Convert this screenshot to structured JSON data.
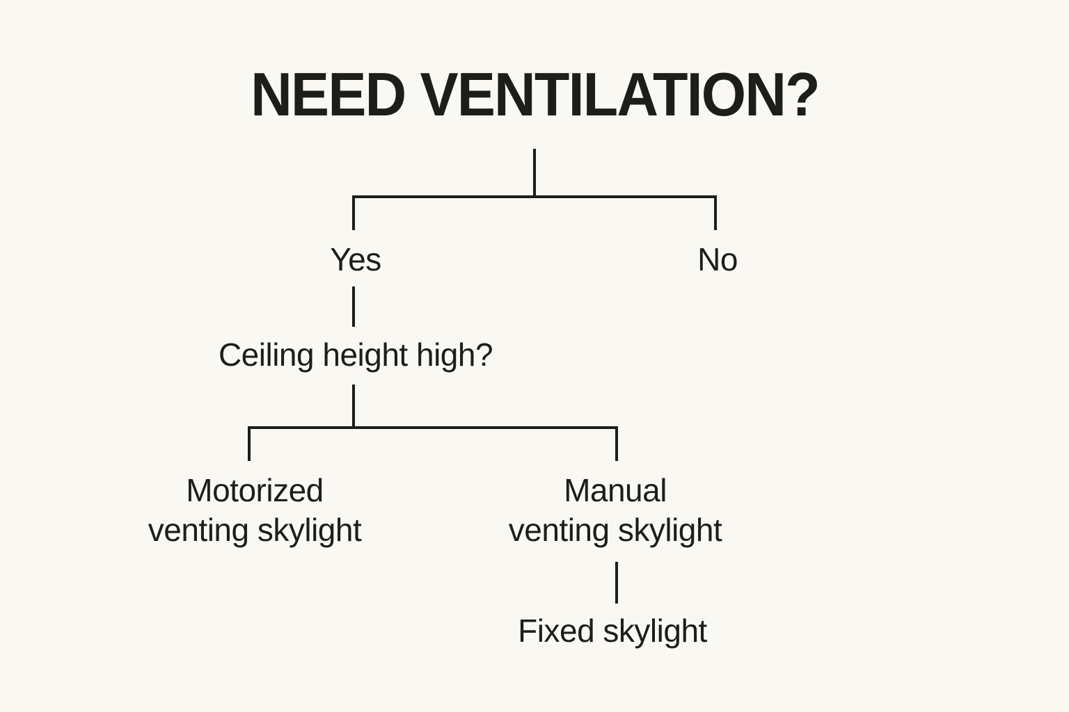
{
  "colors": {
    "background": "#faf8f2",
    "ink": "#1d1d1b",
    "connector": "#1d1d1b"
  },
  "flowchart": {
    "title": "NEED VENTILATION?",
    "branch1": {
      "yes": "Yes",
      "no": "No"
    },
    "question2": "Ceiling height high?",
    "outcome_motorized": "Motorized\nventing skylight",
    "outcome_manual": "Manual\nventing skylight",
    "outcome_fixed": "Fixed skylight"
  }
}
